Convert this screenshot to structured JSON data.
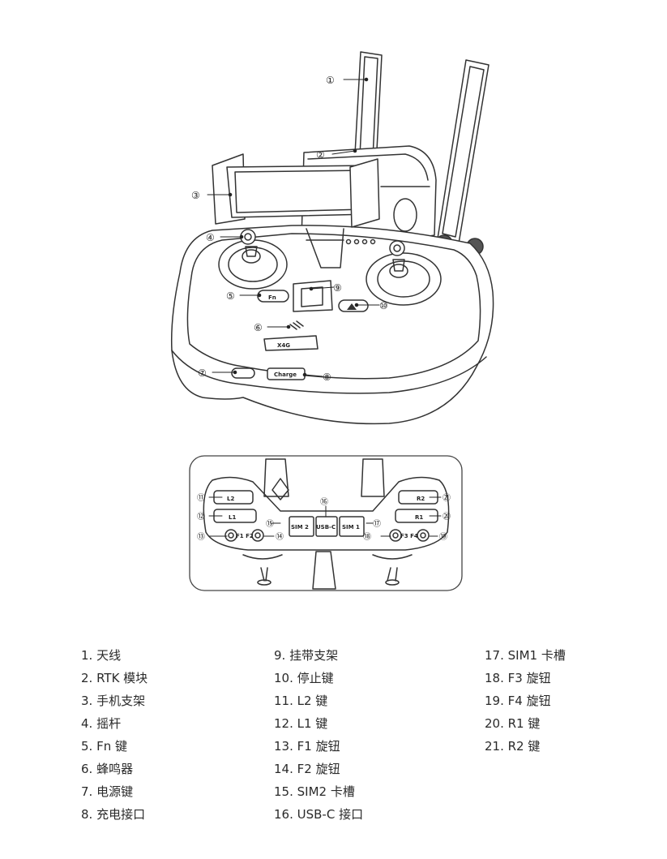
{
  "diagram": {
    "callouts_main": [
      "①",
      "②",
      "③",
      "④",
      "⑤",
      "⑥",
      "⑦",
      "⑧",
      "⑨",
      "⑩"
    ],
    "callouts_detail": [
      "⑪",
      "⑫",
      "⑬",
      "⑭",
      "⑮",
      "⑯",
      "⑰",
      "⑱",
      "⑲",
      "⑳",
      "㉑"
    ],
    "device_labels": {
      "fn": "Fn",
      "charge": "Charge",
      "logo": "X4G",
      "l2": "L2",
      "l1": "L1",
      "r2": "R2",
      "r1": "R1",
      "f1f2": "F1 F2",
      "f3f4": "F3 F4",
      "sim2": "SIM 2",
      "usbc": "USB-C",
      "sim1": "SIM 1"
    }
  },
  "legend": {
    "col1": [
      "1. 天线",
      "2. RTK 模块",
      "3. 手机支架",
      "4. 摇杆",
      "5. Fn 键",
      "6. 蜂鸣器",
      "7. 电源键",
      "8. 充电接口"
    ],
    "col2": [
      "9. 挂带支架",
      "10. 停止键",
      "11. L2 键",
      "12. L1 键",
      "13. F1 旋钮",
      "14. F2 旋钮",
      "15. SIM2 卡槽",
      "16. USB-C 接口"
    ],
    "col3": [
      "17. SIM1 卡槽",
      "18. F3 旋钮",
      "19. F4 旋钮",
      "20. R1 键",
      "21. R2 键"
    ]
  }
}
